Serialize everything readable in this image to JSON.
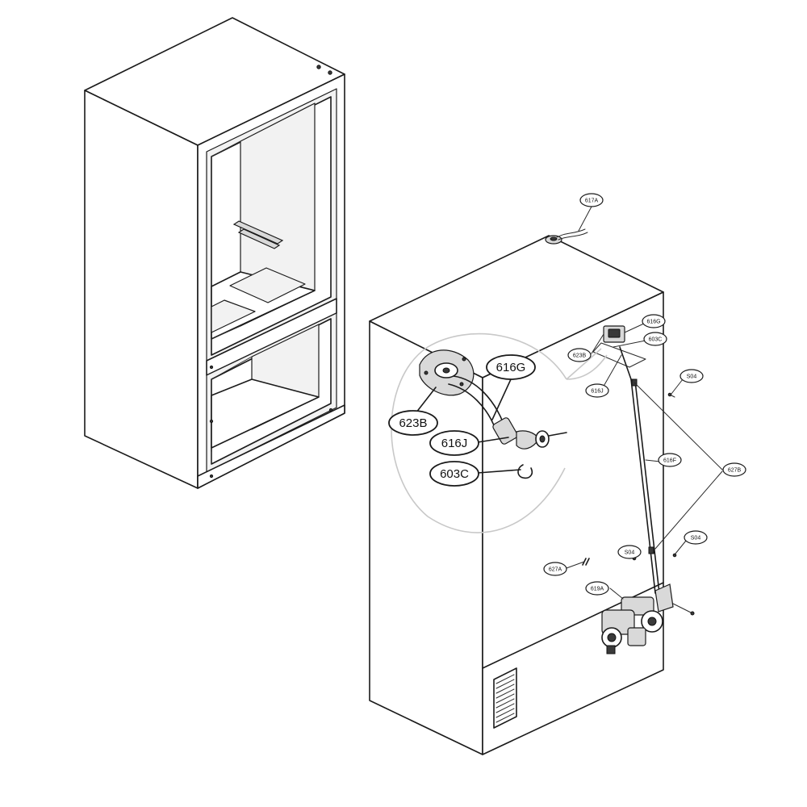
{
  "callouts": {
    "c617a": "617A",
    "c616g_small": "616G",
    "c603c_small": "603C",
    "c623b_small": "623B",
    "c616j_small": "616J",
    "c604_top": "S04",
    "c616f": "616F",
    "c627b": "627B",
    "c604_right": "S04",
    "c604_mid": "S04",
    "c627a": "627A",
    "c619a": "619A",
    "c616g_big": "616G",
    "c623b_big": "623B",
    "c616j_big": "616J",
    "c603c_big": "603C"
  },
  "palette": {
    "line": "#1a1a1a",
    "background": "#ffffff",
    "magnifier": "#c8c8c8"
  }
}
